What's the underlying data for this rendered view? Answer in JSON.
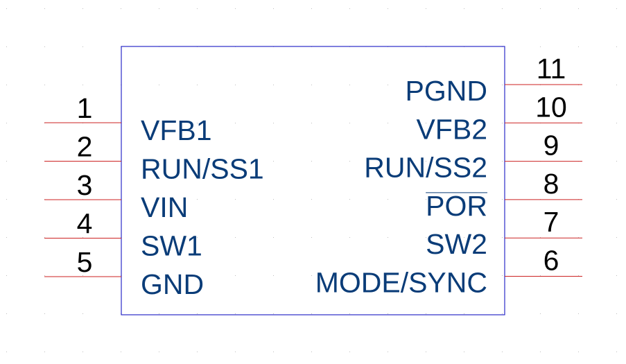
{
  "component": {
    "body_color": "#2a2ac8",
    "pin_color": "#cc2222",
    "label_color": "#0a3c78",
    "number_color": "#000000",
    "grid_color": "#bdbdbd",
    "left_pins": [
      {
        "number": "1",
        "name": "VFB1"
      },
      {
        "number": "2",
        "name": "RUN/SS1"
      },
      {
        "number": "3",
        "name": "VIN"
      },
      {
        "number": "4",
        "name": "SW1"
      },
      {
        "number": "5",
        "name": "GND"
      }
    ],
    "right_pins": [
      {
        "number": "11",
        "name": "PGND",
        "overline": false
      },
      {
        "number": "10",
        "name": "VFB2",
        "overline": false
      },
      {
        "number": "9",
        "name": "RUN/SS2",
        "overline": false
      },
      {
        "number": "8",
        "name": "POR",
        "overline": true
      },
      {
        "number": "7",
        "name": "SW2",
        "overline": false
      },
      {
        "number": "6",
        "name": "MODE/SYNC",
        "overline": false
      }
    ]
  }
}
